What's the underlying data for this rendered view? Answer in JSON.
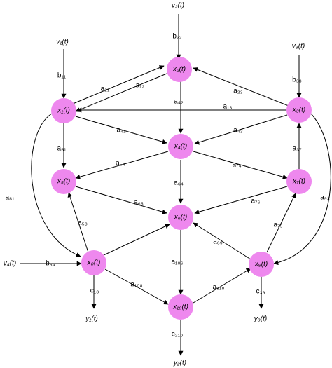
{
  "nodes": {
    "x1": "x₁(t)",
    "x2": "x₂(t)",
    "x3": "x₃(t)",
    "x4": "x₄(t)",
    "x5": "x₅(t)",
    "x6": "x₆(t)",
    "x7": "x₇(t)",
    "x8": "x₈(t)",
    "x9": "x₉(t)",
    "x10": "x₁₀(t)"
  },
  "inputs": {
    "v1": "v₁(t)",
    "v2": "v₂(t)",
    "v3": "v₃(t)",
    "v4": "v₄(t)"
  },
  "outputs": {
    "y1": "y₁(t)",
    "y2": "y₂(t)",
    "y3": "y₃(t)"
  },
  "edge_labels": {
    "b11": "b₁₁",
    "b22": "b₂₂",
    "b33": "b₃₃",
    "b84": "b₈₄",
    "a21": "a₂₁",
    "a12": "a₁₂",
    "a23": "a₂₃",
    "a42": "a₄₂",
    "a13": "a₁₃",
    "a41": "a₄₁",
    "a43": "a₄₃",
    "a51": "a₅₁",
    "a54": "a₅₄",
    "a74": "a₇₄",
    "a37": "a₃₇",
    "a64": "a₆₄",
    "a65": "a₆₅",
    "a76": "a₇₆",
    "a81": "a₈₁",
    "a58": "a₅₈",
    "a93": "a₉₃",
    "a79": "a₇₉",
    "a69": "a₆₉",
    "a106": "a₁₀₆",
    "a108": "a₁₀₈",
    "a910": "a₉₁₀",
    "c18": "c₁₈",
    "c210": "c₂₁₀",
    "c39": "c₃₉"
  },
  "colors": {
    "node_fill": "#ee88ee",
    "line": "#000000"
  }
}
